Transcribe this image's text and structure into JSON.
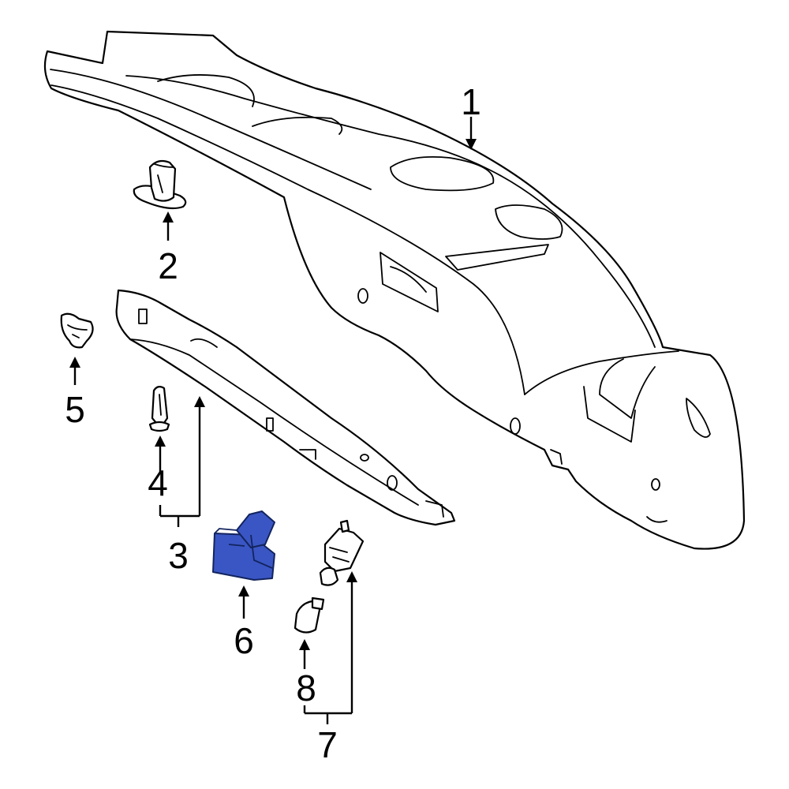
{
  "callouts": [
    "1",
    "2",
    "3",
    "4",
    "5",
    "6",
    "7",
    "8"
  ],
  "colors": {
    "line": "#000000",
    "background": "#ffffff",
    "highlight_fill": "#3a56c4",
    "highlight_stroke": "#12245e"
  },
  "highlighted_part": "6"
}
